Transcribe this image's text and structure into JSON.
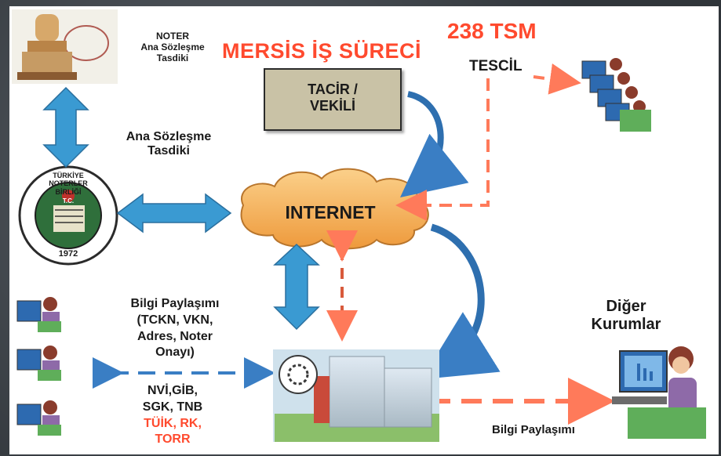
{
  "title": "MERSİS İŞ SÜRECİ",
  "tsm": "238 TSM",
  "tescil": "TESCİL",
  "noter": {
    "line1": "NOTER",
    "line2": "Ana Sözleşme",
    "line3": "Tasdiki"
  },
  "ana_sozlesme": {
    "line1": "Ana Sözleşme",
    "line2": "Tasdiki"
  },
  "tacir": {
    "line1": "TACİR /",
    "line2": "VEKİLİ"
  },
  "internet": "INTERNET",
  "bilgi_left": {
    "line1": "Bilgi Paylaşımı",
    "line2": "(TCKN, VKN,",
    "line3": "Adres, Noter",
    "line4": "Onayı)"
  },
  "agencies": {
    "line1": "NVİ,GİB,",
    "line2": "SGK, TNB",
    "line3": "TÜİK, RK,",
    "line4": "TORR"
  },
  "diger": {
    "line1": "Diğer",
    "line2": "Kurumlar"
  },
  "bilgi_bottom": "Bilgi Paylaşımı",
  "seal": {
    "top_text": "TÜRKİYE NOTERLER BİRLİĞİ",
    "center": "T.C.",
    "year": "1972"
  },
  "colors": {
    "blue_arrow": "#3a9ad2",
    "red_text": "#ff4a2e",
    "dash_red": "#ff7a5a",
    "box_fill": "#c9c2a6",
    "cloud": "#f4b25a"
  }
}
